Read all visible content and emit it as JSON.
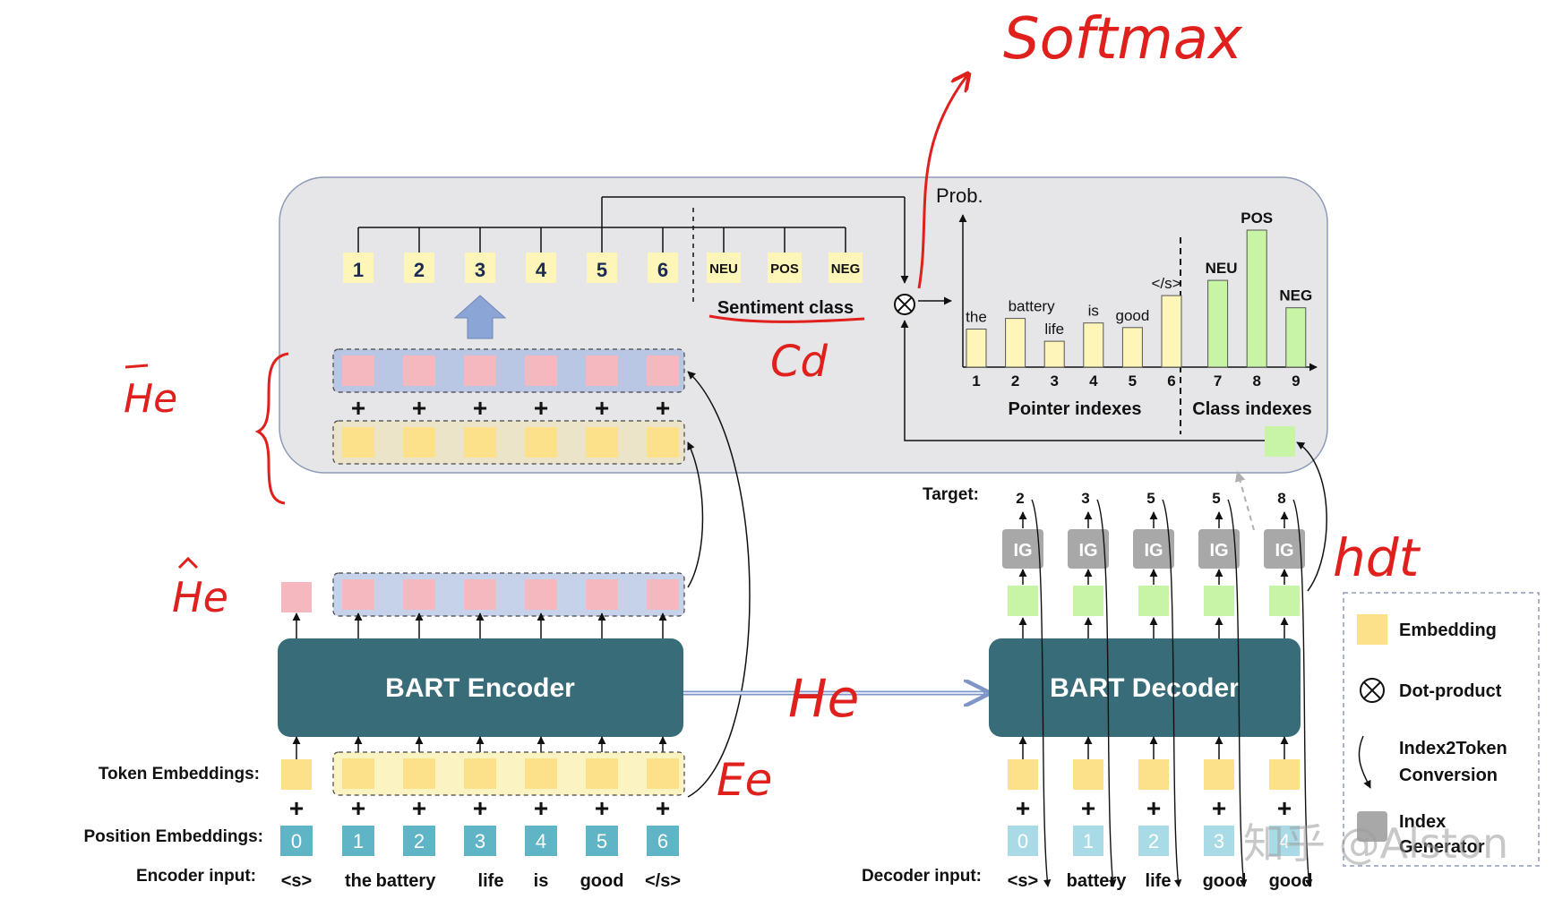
{
  "annotations": {
    "softmax": "Softmax",
    "he_bar": "He",
    "he_hat": "He",
    "he": "He",
    "ee": "Ee",
    "cd": "Cd",
    "hdt": "hdt"
  },
  "top_panel": {
    "pointer_tokens": [
      "1",
      "2",
      "3",
      "4",
      "5",
      "6"
    ],
    "class_tokens": [
      "NEU",
      "POS",
      "NEG"
    ],
    "sentiment_label": "Sentiment class",
    "chart": {
      "prob_label": "Prob.",
      "pointer_axis_label": "Pointer indexes",
      "class_axis_label": "Class indexes"
    }
  },
  "chart_data": {
    "type": "bar",
    "categories": [
      "1",
      "2",
      "3",
      "4",
      "5",
      "6",
      "7",
      "8",
      "9"
    ],
    "bar_labels": [
      "the",
      "battery",
      "life",
      "is",
      "good",
      "</s>",
      "NEU",
      "POS",
      "NEG"
    ],
    "values": [
      0.25,
      0.32,
      0.17,
      0.29,
      0.26,
      0.47,
      0.57,
      0.9,
      0.39
    ],
    "groups": [
      "pointer",
      "pointer",
      "pointer",
      "pointer",
      "pointer",
      "pointer",
      "class",
      "class",
      "class"
    ],
    "ylabel": "Prob.",
    "xlabel_left": "Pointer indexes",
    "xlabel_right": "Class indexes",
    "colors": {
      "pointer": "#fdf6b8",
      "class": "#c8f5a5"
    }
  },
  "encoder": {
    "title": "BART Encoder",
    "token_emb_label": "Token Embeddings:",
    "pos_emb_label": "Position Embeddings:",
    "input_label": "Encoder input:",
    "positions": [
      "0",
      "1",
      "2",
      "3",
      "4",
      "5",
      "6"
    ],
    "inputs": [
      "<s>",
      "the",
      "battery",
      "life",
      "is",
      "good",
      "</s>"
    ]
  },
  "decoder": {
    "title": "BART Decoder",
    "target_label": "Target:",
    "targets": [
      "2",
      "3",
      "5",
      "5",
      "8"
    ],
    "ig_label": "IG",
    "positions": [
      "0",
      "1",
      "2",
      "3",
      "4"
    ],
    "input_label": "Decoder input:",
    "inputs": [
      "<s>",
      "battery",
      "life",
      "good",
      "good"
    ]
  },
  "legend": {
    "embedding": "Embedding",
    "dot_product": "Dot-product",
    "index2token_1": "Index2Token",
    "index2token_2": "Conversion",
    "index_gen_1": "Index",
    "index_gen_2": "Generator"
  },
  "watermark": "知乎 @Alston",
  "colors": {
    "panel_bg": "#e6e6e9",
    "encoder_bg": "#376c78",
    "yellow": "#fde08a",
    "pink": "#f5b8bf",
    "blue_row": "#b9c6e4",
    "teal_box": "#5fb4c6",
    "green": "#c8f5a5",
    "ig_grey": "#a8a8a8",
    "annotation_red": "#e0201c"
  }
}
